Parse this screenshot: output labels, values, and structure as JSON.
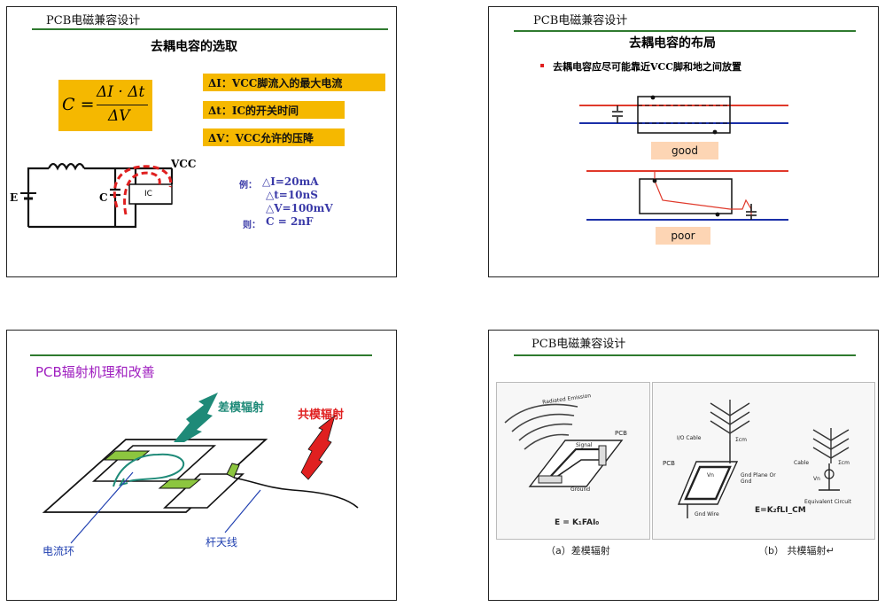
{
  "slide1": {
    "header": "PCB电磁兼容设计",
    "title": "去耦电容的选取",
    "formula_lhs": "C =",
    "formula_num": "ΔI · Δt",
    "formula_den": "ΔV",
    "defs": [
      "ΔI：VCC脚流入的最大电流",
      "Δt：IC的开关时间",
      "ΔV：VCC允许的压降"
    ],
    "circuit": {
      "vcc": "VCC",
      "e": "E",
      "c": "C",
      "ic": "IC"
    },
    "example_label": "例：",
    "example": [
      "△I=20mA",
      "△t=10nS",
      "△V=100mV"
    ],
    "result_label": "则：",
    "result": "C = 2nF"
  },
  "slide2": {
    "header": "PCB电磁兼容设计",
    "title": "去耦电容的布局",
    "bullet": "去耦电容应尽可能靠近VCC脚和地之间放置",
    "good": "good",
    "poor": "poor"
  },
  "slide3": {
    "title": "PCB辐射机理和改善",
    "diff_mode": "差模辐射",
    "common_mode": "共模辐射",
    "loop": "电流环",
    "antenna": "杆天线"
  },
  "slide4": {
    "header": "PCB电磁兼容设计",
    "caption_a": "（a）差模辐射",
    "caption_b": "（b） 共模辐射↵",
    "fig_a": {
      "pcb": "PCB",
      "signal": "Signal",
      "ground": "Ground",
      "radiated": "Radiated Emission",
      "formula": "E = K₁FAI₀"
    },
    "fig_b": {
      "io_cable": "I/O Cable",
      "pcb": "PCB",
      "gnd_plane": "Gnd Plane Or Gnd",
      "gnd_wire": "Gnd Wire",
      "vn": "Vn",
      "lcm": "Σcm",
      "cable": "Cable",
      "vn2": "Vn",
      "formula": "E=K₂fLI_CM",
      "equiv": "Equivalent Circuit"
    }
  },
  "colors": {
    "rule": "#2f7a2f",
    "yellow": "#f5b800",
    "peach": "#fdd5b4",
    "red_trace": "#e0392b",
    "blue_trace": "#1a2fa8",
    "teal": "#1e8a78",
    "green_pad": "#8cc63f"
  }
}
